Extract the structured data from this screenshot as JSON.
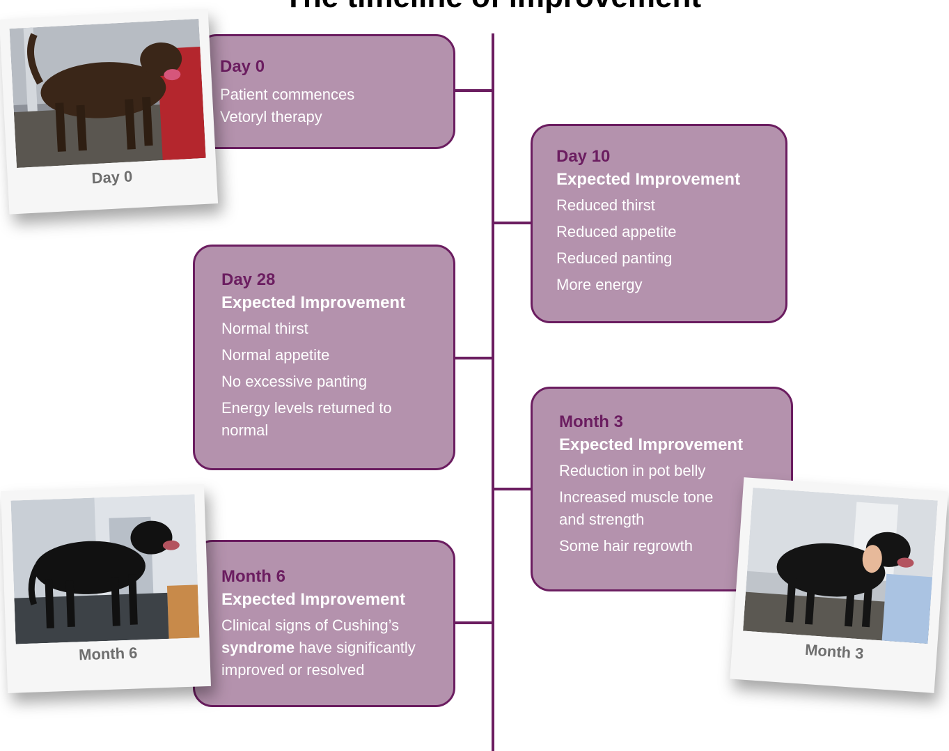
{
  "title": "The timeline of improvement",
  "colors": {
    "box_fill": "#b492ad",
    "box_border": "#6b1d60",
    "heading": "#6b1d60",
    "line": "#6b1d60"
  },
  "milestones": [
    {
      "heading": "Day 0",
      "lines": [
        "Patient commences",
        "Vetoryl therapy"
      ]
    },
    {
      "heading": "Day 10",
      "subheading": "Expected Improvement",
      "items": [
        "Reduced thirst",
        "Reduced appetite",
        "Reduced panting",
        "More energy"
      ]
    },
    {
      "heading": "Day 28",
      "subheading": "Expected Improvement",
      "items": [
        "Normal thirst",
        "Normal appetite",
        "No excessive panting",
        "Energy levels returned to normal"
      ]
    },
    {
      "heading": "Month 3",
      "subheading": "Expected Improvement",
      "items": [
        "Reduction in pot belly",
        "Increased muscle tone and strength",
        "Some hair regrowth"
      ]
    },
    {
      "heading": "Month 6",
      "subheading": "Expected Improvement",
      "text_before": "Clinical signs of Cushing’s ",
      "text_bold": "syndrome",
      "text_after": " have significantly improved or resolved"
    }
  ],
  "photos": [
    {
      "caption": "Day 0"
    },
    {
      "caption": "Month 6"
    },
    {
      "caption": "Month 3"
    }
  ]
}
